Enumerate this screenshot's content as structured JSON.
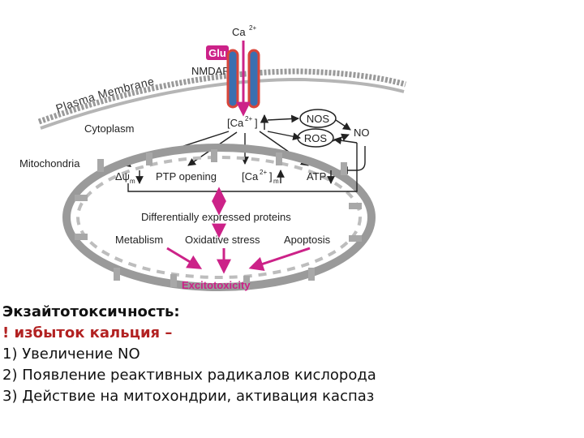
{
  "diagram": {
    "ca_top": "Ca",
    "ca_top_sup": "2+",
    "glu_label": "Glu",
    "nmdar_label": "NMDAR",
    "plasma_membrane": "Plasma Membrane",
    "cytoplasm": "Cytoplasm",
    "ca_cyto": "[Ca",
    "ca_cyto_sup": "2+",
    "ca_cyto_close": "]",
    "nos": "NOS",
    "ros": "ROS",
    "no": "NO",
    "mitochondria": "Mitochondria",
    "delta_psi": "Δψ",
    "delta_psi_sub": "m",
    "ptp_opening": "PTP opening",
    "ca_mito": "[Ca",
    "ca_mito_sup": "2+",
    "ca_mito_close": "]",
    "ca_mito_sub": "m",
    "atp": "ATP",
    "diff_proteins": "Differentially expressed proteins",
    "metablism": "Metablism",
    "oxidative_stress": "Oxidative stress",
    "apoptosis": "Apoptosis",
    "excitotoxicity": "Excitotoxicity"
  },
  "text": {
    "title": "Экзайтотоксичность:",
    "alert": "! избыток кальция –",
    "items": [
      "1) Увеличение NO",
      "2) Появление реактивных радикалов кислорода",
      "3) Действие на митохондрии, активация каспаз"
    ]
  },
  "colors": {
    "magenta": "#cc2288",
    "membrane": "#8a8a8a",
    "channel_red": "#d9453a",
    "channel_blue": "#3a6fb0"
  }
}
